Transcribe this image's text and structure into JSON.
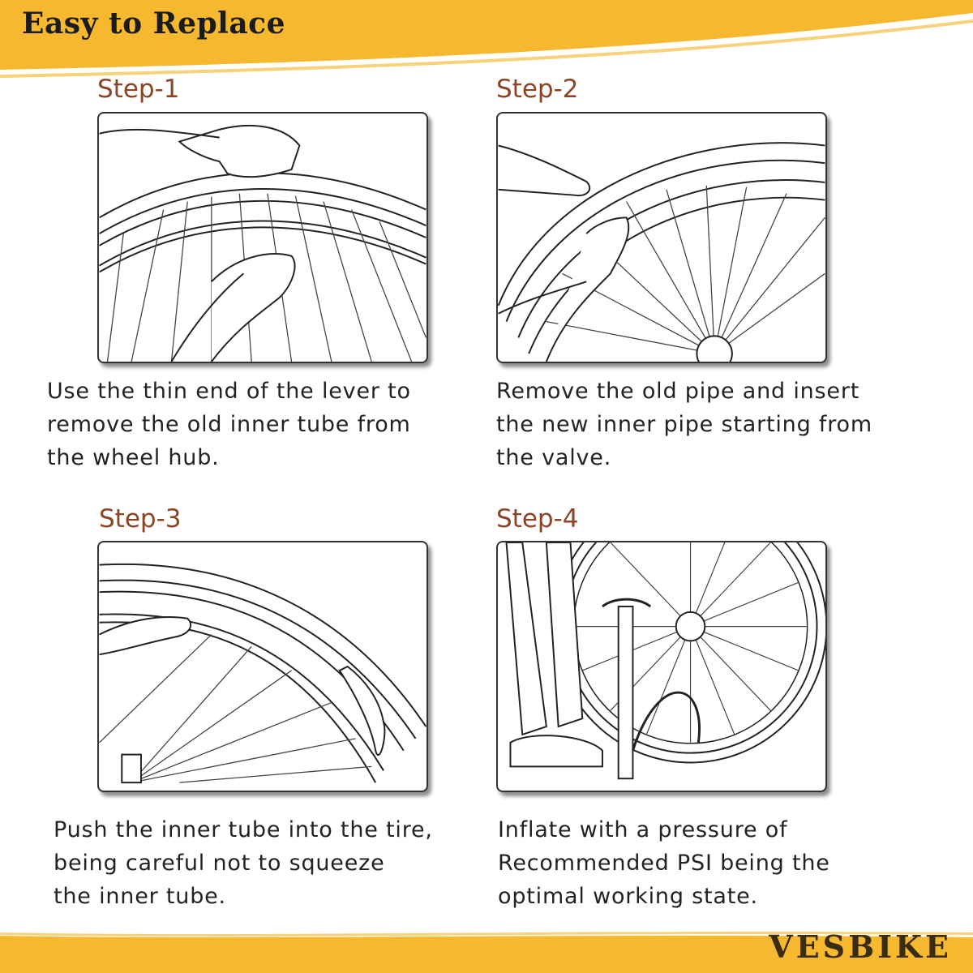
{
  "header": {
    "title": "Easy to Replace"
  },
  "colors": {
    "banner": "#f5b82e",
    "step_label": "#8a4426",
    "text": "#222222"
  },
  "steps": [
    {
      "label": "Step-1",
      "image_icon": "hands-removing-tube-illustration",
      "caption": [
        "Use the thin end of the lever to",
        "remove  the old inner tube from",
        "the wheel hub."
      ]
    },
    {
      "label": "Step-2",
      "image_icon": "hands-inserting-tube-illustration",
      "caption": [
        "Remove the old pipe and insert",
        "the new inner pipe starting from",
        "the valve."
      ]
    },
    {
      "label": "Step-3",
      "image_icon": "hands-pushing-tube-illustration",
      "caption": [
        "Push the inner tube into the tire,",
        "being careful not to squeeze",
        "the inner tube."
      ]
    },
    {
      "label": "Step-4",
      "image_icon": "floor-pump-inflating-illustration",
      "caption": [
        "Inflate with a pressure of",
        "Recommended PSI being the",
        "optimal working state."
      ]
    }
  ],
  "brand": {
    "name": "VESBIKE"
  }
}
